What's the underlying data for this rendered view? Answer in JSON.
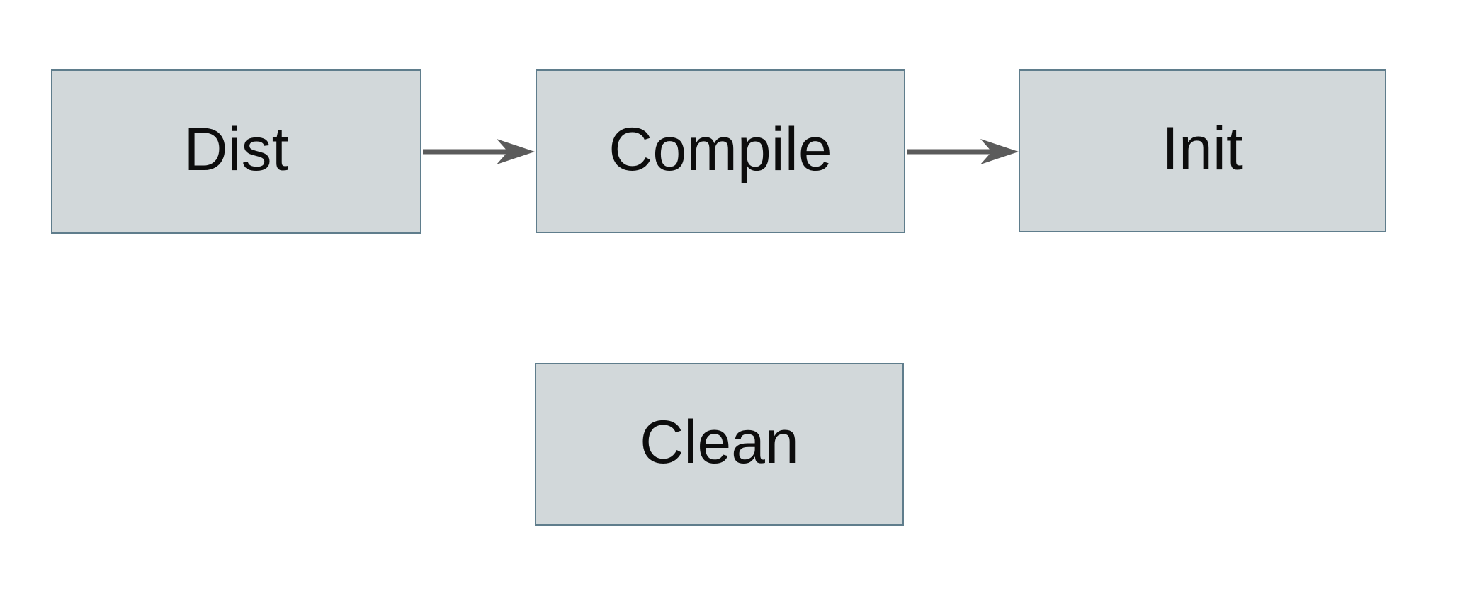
{
  "diagram": {
    "type": "flowchart",
    "nodes": [
      {
        "id": "dist",
        "label": "Dist"
      },
      {
        "id": "compile",
        "label": "Compile"
      },
      {
        "id": "init",
        "label": "Init"
      },
      {
        "id": "clean",
        "label": "Clean"
      }
    ],
    "edges": [
      {
        "from": "dist",
        "to": "compile",
        "direction": "right"
      },
      {
        "from": "compile",
        "to": "init",
        "direction": "right"
      }
    ],
    "colors": {
      "background": "#ffffff",
      "node_fill": "#d2d8da",
      "node_border": "#5f7d8c",
      "arrow": "#5b5b5b",
      "label_text": "#0d0d0d"
    }
  }
}
